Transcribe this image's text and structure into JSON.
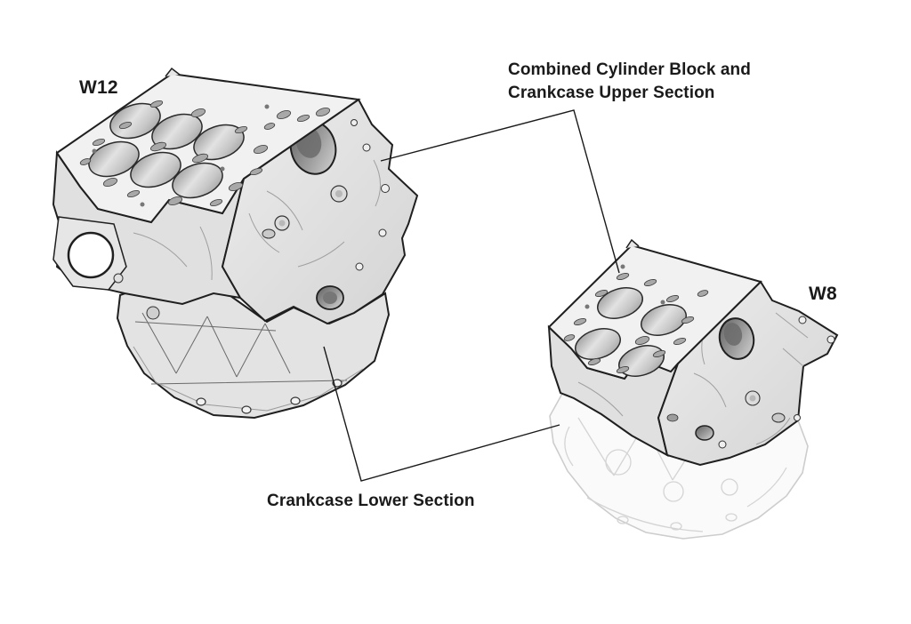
{
  "diagram": {
    "type": "technical-illustration",
    "subject": "Engine cylinder block and crankcase sections, W12 vs W8",
    "background": "#ffffff",
    "labels": {
      "w12": "W12",
      "w8": "W8",
      "upper_caption": "Combined Cylinder Block and\nCrankcase Upper Section",
      "lower_caption": "Crankcase Lower Section"
    },
    "colors": {
      "text": "#1a1a1a",
      "outline": "#1f1f1f",
      "leader_line": "#1a1a1a",
      "body_gray": "#e3e3e3",
      "deck_gray": "#f1f1f1",
      "face_gray": "#dedede",
      "bore_dark": "#8a8a8a",
      "bore_light": "#e2e2e2",
      "ghost_line": "#cdcdcd",
      "flange_hole": "#ffffff"
    },
    "parts": [
      {
        "engine": "W12",
        "visible_bores": 6,
        "lower_section_style": "solid"
      },
      {
        "engine": "W8",
        "visible_bores": 4,
        "lower_section_style": "ghosted"
      }
    ],
    "callouts": [
      {
        "text": "Combined Cylinder Block and Crankcase Upper Section",
        "points_to": [
          "W12 upper block",
          "W8 upper block"
        ]
      },
      {
        "text": "Crankcase Lower Section",
        "points_to": [
          "W12 lower crankcase",
          "W8 lower crankcase (ghosted)"
        ]
      }
    ]
  }
}
